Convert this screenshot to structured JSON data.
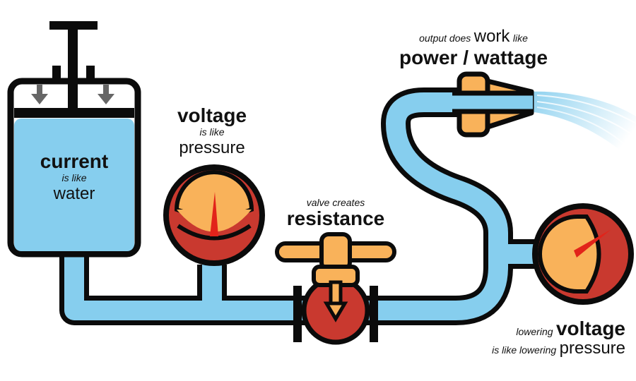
{
  "colors": {
    "water": "#86CEEE",
    "outline": "#0b0b0b",
    "gauge_red": "#C9392F",
    "gauge_face": "#F9B25A",
    "needle": "#E2231A",
    "arrow_gray": "#666666",
    "valve_orange": "#F9B25A"
  },
  "icons": [
    "pump-plunger",
    "down-arrow",
    "pressure-gauge",
    "valve",
    "nozzle",
    "water-spray"
  ],
  "labels": {
    "current": {
      "line1": "current",
      "line2": "is like",
      "line3": "water"
    },
    "voltage": {
      "line1": "voltage",
      "line2": "is like",
      "line3": "pressure"
    },
    "resistance": {
      "line1": "valve creates",
      "line2": "resistance"
    },
    "power": {
      "pre": "output does",
      "work": "work",
      "like": "like",
      "line2": "power / wattage"
    },
    "lowering": {
      "pre": "lowering",
      "voltage": "voltage",
      "pre2": "is like lowering",
      "pressure": "pressure"
    }
  }
}
